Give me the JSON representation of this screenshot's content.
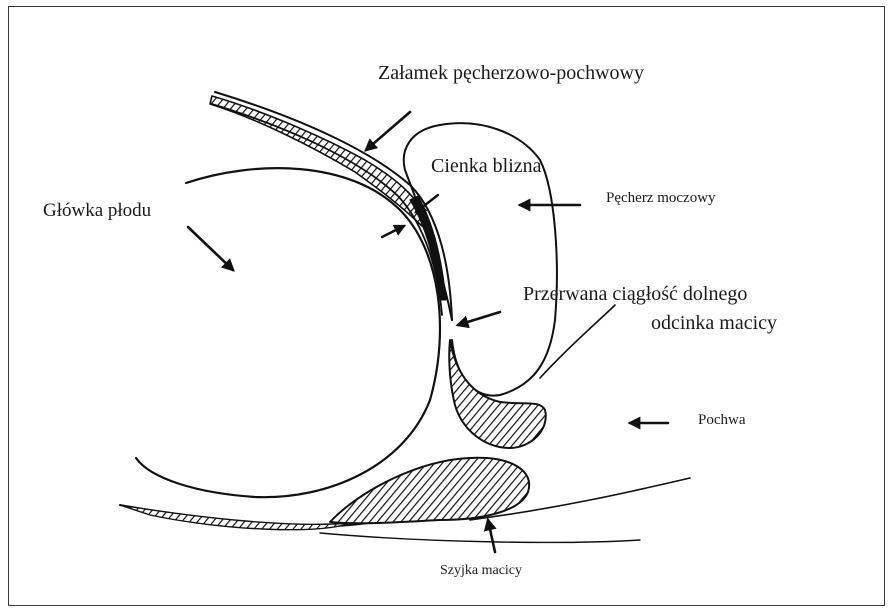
{
  "labels": {
    "fold": "Załamek pęcherzowo-pochwowy",
    "scar": "Cienka blizna",
    "head": "Główka płodu",
    "bladder": "Pęcherz moczowy",
    "rupture_line1": "Przerwana ciągłość dolnego",
    "rupture_line2": "odcinka macicy",
    "vagina": "Pochwa",
    "cervix": "Szyjka macicy"
  }
}
